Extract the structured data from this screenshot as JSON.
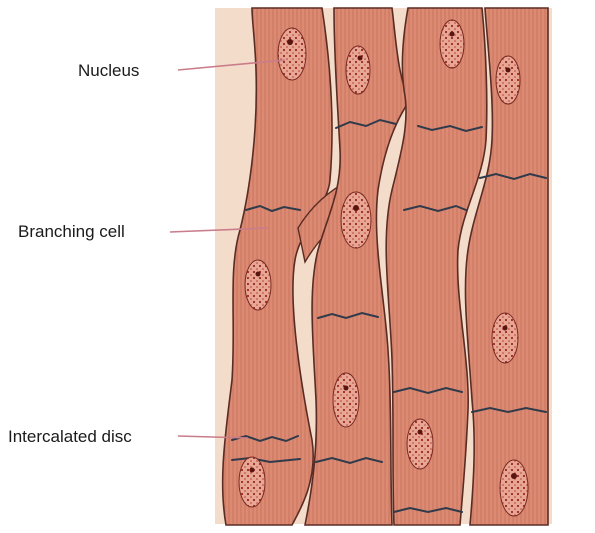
{
  "labels": {
    "nucleus": "Nucleus",
    "branching_cell": "Branching cell",
    "intercalated_disc": "Intercalated disc"
  },
  "colors": {
    "background_tissue": "#f3dcc9",
    "cell_fill": "#dc8a73",
    "cell_outline": "#5a2c24",
    "striation": "#c06a55",
    "nucleus_fill": "#e8a795",
    "nucleus_spots": "#9a2a22",
    "disc_line": "#2f3a4a",
    "leader_line": "#c97c8a"
  }
}
